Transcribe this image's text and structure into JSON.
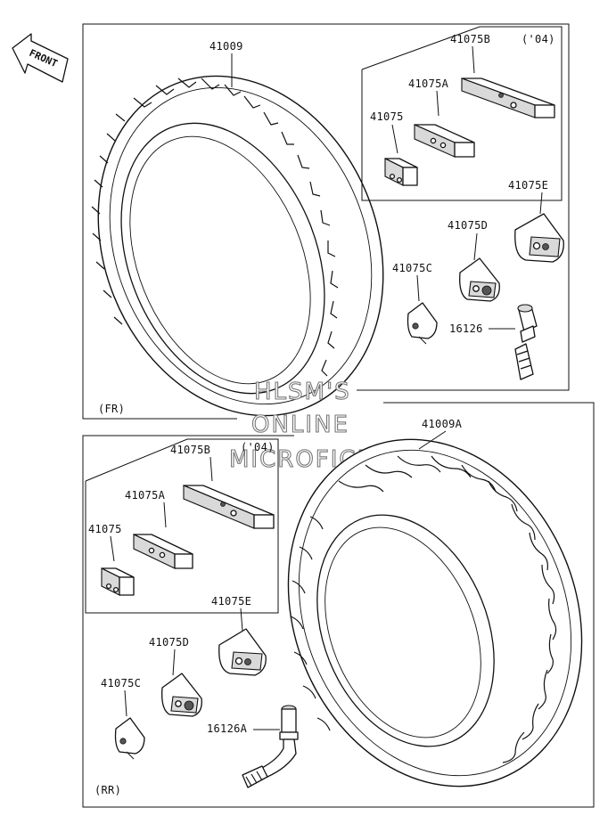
{
  "front_arrow": {
    "label": "FRONT"
  },
  "front_panel": {
    "section_label": "(FR)",
    "tire": "41009",
    "weight_box_year": "('04)",
    "weight_b": "41075B",
    "weight_a": "41075A",
    "weight": "41075",
    "weight_e": "41075E",
    "weight_d": "41075D",
    "weight_c": "41075C",
    "valve": "16126"
  },
  "rear_panel": {
    "section_label": "(RR)",
    "tire": "41009A",
    "weight_box_year": "('04)",
    "weight_b": "41075B",
    "weight_a": "41075A",
    "weight": "41075",
    "weight_e": "41075E",
    "weight_d": "41075D",
    "weight_c": "41075C",
    "valve": "16126A"
  },
  "watermark": {
    "line1": "HLSM'S",
    "line2": "ONLINE",
    "line3": "MICROFICHE"
  }
}
